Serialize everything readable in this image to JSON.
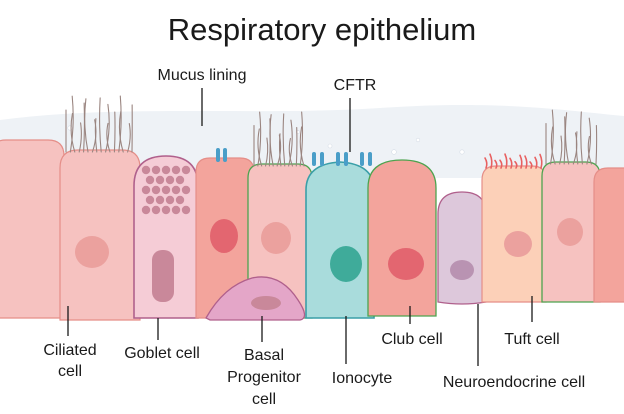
{
  "title": "Respiratory epithelium",
  "labels": {
    "mucus": "Mucus lining",
    "cftr": "CFTR",
    "ciliated_1": "Ciliated",
    "ciliated_2": "cell",
    "goblet": "Goblet cell",
    "basal_1": "Basal",
    "basal_2": "Progenitor",
    "basal_3": "cell",
    "ionocyte": "Ionocyte",
    "club": "Club cell",
    "neuroendocrine": "Neuroendocrine cell",
    "tuft": "Tuft cell"
  },
  "colors": {
    "mucus": "#eef2f6",
    "ciliated_fill": "#f6c2c0",
    "ciliated_edge": "#e58e88",
    "nucleus": "#eba19e",
    "goblet_edge": "#b0608c",
    "goblet_fill": "#f5ccd6",
    "goblet_granule": "#c9889a",
    "basal_fill": "#e4a6c8",
    "ionocyte_fill": "#a9dcdc",
    "ionocyte_edge": "#3a9fa8",
    "ionocyte_nucleus": "#3fab9a",
    "club_fill": "#f3a49c",
    "club_nucleus": "#e36670",
    "neuroendocrine_fill": "#ddc8db",
    "tuft_fill": "#fcd0b8",
    "tuft_microvilli": "#e86060",
    "cftr_channel": "#4a9ec8",
    "cilia": "#9a8580",
    "membrane_green": "#4da34f"
  }
}
